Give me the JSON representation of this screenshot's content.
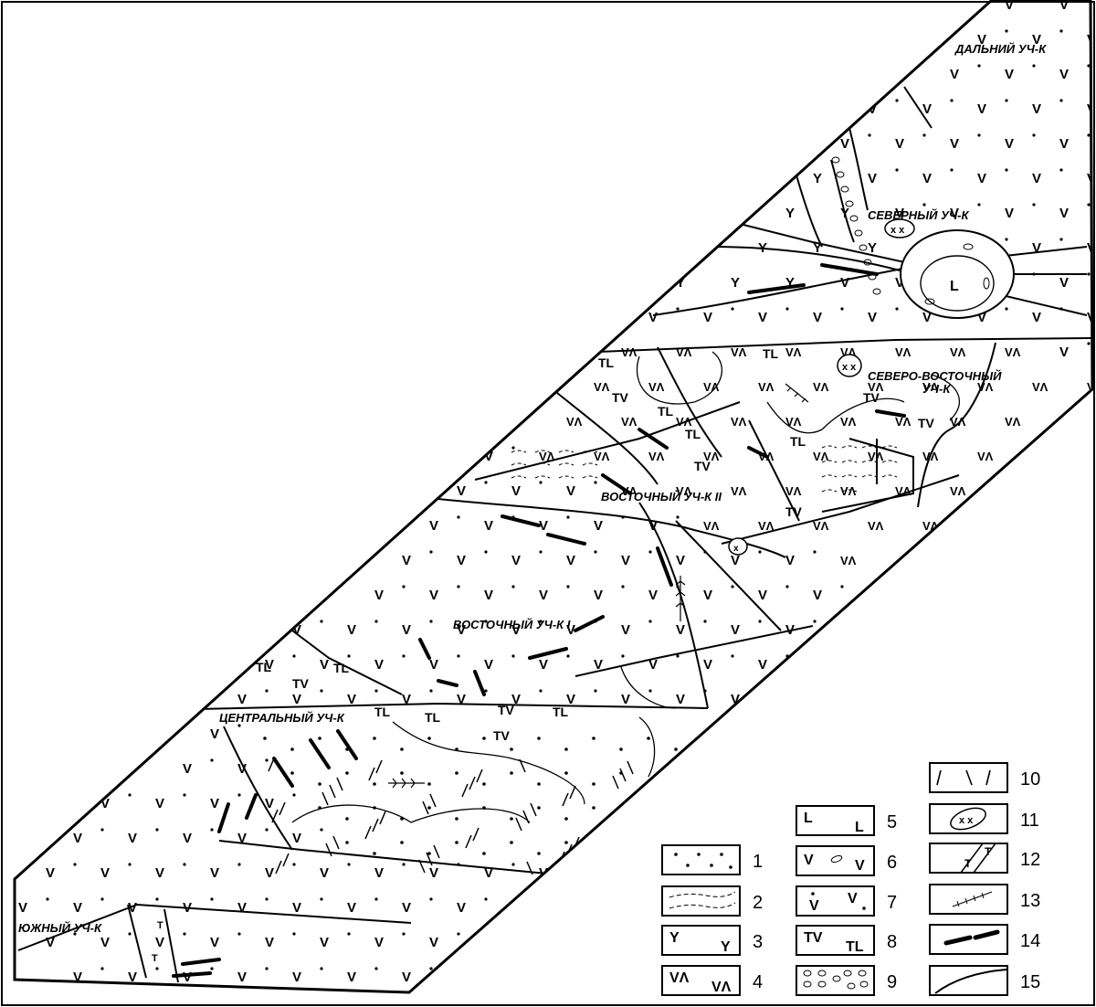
{
  "map": {
    "areas": [
      {
        "id": "dalniy",
        "name": "ДАЛЬНИЙ УЧ-К"
      },
      {
        "id": "severny",
        "name": "СЕВЕРНЫЙ УЧ-К"
      },
      {
        "id": "severo_vostochny_1",
        "name": "СЕВЕРО-ВОСТОЧНЫЙ"
      },
      {
        "id": "severo_vostochny_2",
        "name": "УЧ-К"
      },
      {
        "id": "vostochny2",
        "name": "ВОСТОЧНЫЙ УЧ-К II"
      },
      {
        "id": "vostochny1",
        "name": "ВОСТОЧНЫЙ УЧ-К I"
      },
      {
        "id": "centralny",
        "name": "ЦЕНТРАЛЬНЫЙ УЧ-К"
      },
      {
        "id": "yuzhny",
        "name": "ЮЖНЫЙ УЧ-К"
      }
    ],
    "unit_symbols": {
      "v": "V",
      "y": "Y",
      "va": "VΛ",
      "tv": "TV",
      "tl": "TL",
      "l": "L",
      "t": "T"
    }
  },
  "legend": {
    "items": [
      {
        "number": "1",
        "pattern": "dots"
      },
      {
        "number": "2",
        "pattern": "dashed-curves"
      },
      {
        "number": "3",
        "pattern": "Y",
        "text_a": "Y",
        "text_b": "Y"
      },
      {
        "number": "4",
        "pattern": "VΛ",
        "text_a": "VΛ",
        "text_b": "VΛ"
      },
      {
        "number": "5",
        "pattern": "L",
        "text_a": "L",
        "text_b": "L"
      },
      {
        "number": "6",
        "pattern": "V-with-ellipse",
        "text_a": "V",
        "text_b": "V"
      },
      {
        "number": "7",
        "pattern": "V-dots",
        "text_a": "V",
        "text_b": "V"
      },
      {
        "number": "8",
        "pattern": "TV-TL",
        "text_a": "TV",
        "text_b": "TL"
      },
      {
        "number": "9",
        "pattern": "ellipses"
      },
      {
        "number": "10",
        "pattern": "dashes"
      },
      {
        "number": "11",
        "pattern": "cross-ellipse"
      },
      {
        "number": "12",
        "pattern": "T-dike",
        "text_a": "T",
        "text_b": "T"
      },
      {
        "number": "13",
        "pattern": "feather"
      },
      {
        "number": "14",
        "pattern": "lenses"
      },
      {
        "number": "15",
        "pattern": "fault"
      }
    ]
  }
}
